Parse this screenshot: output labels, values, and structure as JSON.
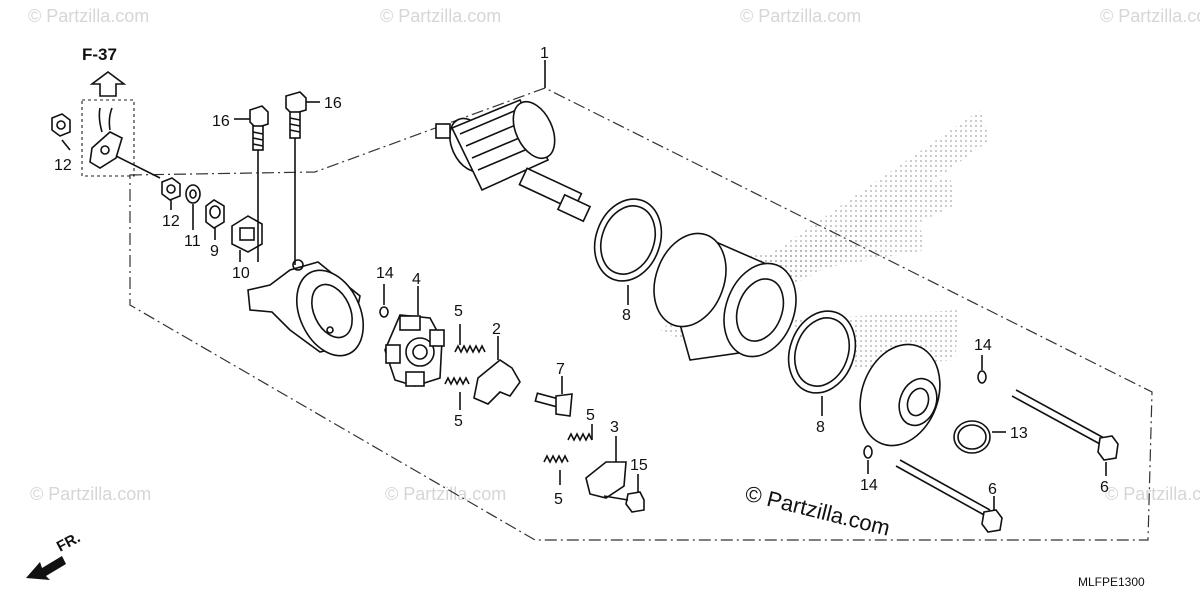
{
  "reference_section": "F-37",
  "diagram_code": "MLFPE1300",
  "direction_label": "FR.",
  "watermark_text": "© Partzilla.com",
  "brand_text": "© Partzilla.com",
  "callouts": {
    "c1": "1",
    "c2": "2",
    "c3": "3",
    "c4": "4",
    "c5a": "5",
    "c5b": "5",
    "c5c": "5",
    "c5d": "5",
    "c6a": "6",
    "c6b": "6",
    "c7": "7",
    "c8a": "8",
    "c8b": "8",
    "c9": "9",
    "c10": "10",
    "c11": "11",
    "c12a": "12",
    "c12b": "12",
    "c13": "13",
    "c14a": "14",
    "c14b": "14",
    "c14c": "14",
    "c15": "15",
    "c16a": "16",
    "c16b": "16"
  },
  "colors": {
    "line": "#111111",
    "watermark": "#d6d6d6",
    "stipple": "#b0b0b0"
  }
}
